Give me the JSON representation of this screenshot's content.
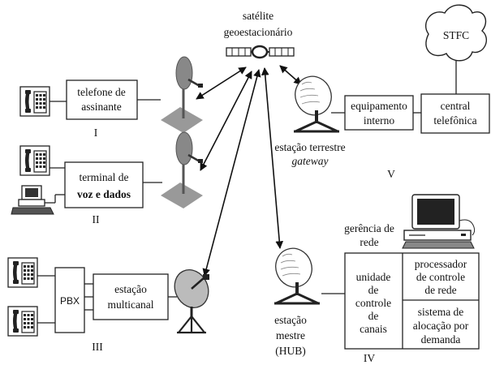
{
  "satellite": {
    "line1": "satélite",
    "line2": "geoestacionário"
  },
  "stfc": "STFC",
  "central": {
    "line1": "central",
    "line2": "telefônica"
  },
  "equipamento": {
    "line1": "equipamento",
    "line2": "interno"
  },
  "gateway": {
    "line1": "estação terrestre",
    "line2": "gateway"
  },
  "roman": {
    "I": "I",
    "II": "II",
    "III": "III",
    "IV": "IV",
    "V": "V"
  },
  "telefone": {
    "line1": "telefone de",
    "line2": "assinante"
  },
  "terminal": {
    "line1": "terminal de",
    "line2": "voz e dados"
  },
  "pbx": "PBX",
  "multicanal": {
    "line1": "estação",
    "line2": "multicanal"
  },
  "mestre": {
    "line1": "estação",
    "line2": "mestre",
    "line3": "(HUB)"
  },
  "gerencia": {
    "line1": "gerência de",
    "line2": "rede"
  },
  "unidade": {
    "line1": "unidade",
    "line2": "de",
    "line3": "controle",
    "line4": "de",
    "line5": "canais"
  },
  "processador": {
    "line1": "processador",
    "line2": "de controle",
    "line3": "de rede"
  },
  "sistema": {
    "line1": "sistema de",
    "line2": "alocação por",
    "line3": "demanda"
  }
}
